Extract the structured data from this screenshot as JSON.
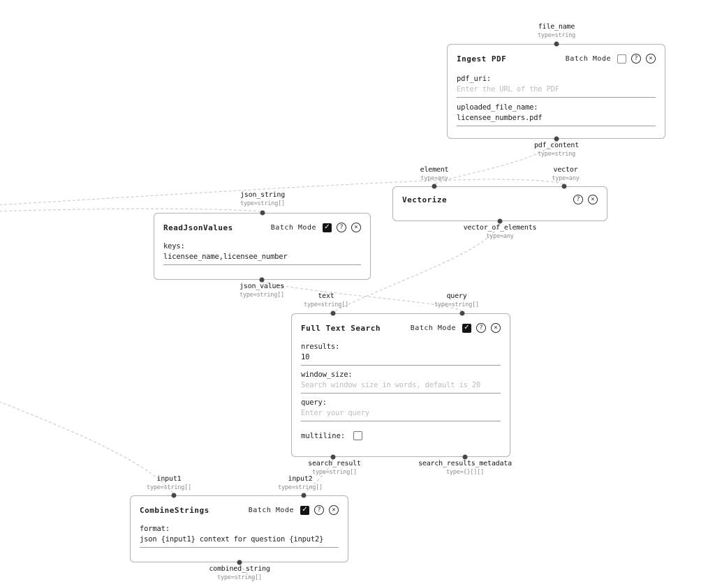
{
  "glyphs": {
    "help": "?",
    "close": "×",
    "check": "✓"
  },
  "colors": {
    "background": "#ffffff",
    "edge": "#c9c9c9",
    "node_border": "#b2b2b2",
    "text": "#1f1f1f",
    "type_label": "#8d8d8d",
    "placeholder": "#bdbdbd",
    "checkbox_checked": "#141414"
  },
  "batch_mode_label": "Batch Mode",
  "nodes": [
    {
      "id": "ingest-pdf",
      "title": "Ingest PDF",
      "batch_mode": {
        "present": true,
        "checked": false
      },
      "ports_in": [
        {
          "name": "file_name",
          "type": "type=string"
        }
      ],
      "ports_out": [
        {
          "name": "pdf_content",
          "type": "type=string"
        }
      ],
      "fields": [
        {
          "label": "pdf_uri:",
          "value": "",
          "placeholder": "Enter the URL of the PDF"
        },
        {
          "label": "uploaded_file_name:",
          "value": "licensee_numbers.pdf",
          "placeholder": ""
        }
      ]
    },
    {
      "id": "vectorize",
      "title": "Vectorize",
      "batch_mode": {
        "present": false,
        "checked": false
      },
      "ports_in": [
        {
          "name": "element",
          "type": "type=any"
        },
        {
          "name": "vector",
          "type": "type=any"
        }
      ],
      "ports_out": [
        {
          "name": "vector_of_elements",
          "type": "type=any"
        }
      ],
      "fields": []
    },
    {
      "id": "read-json-values",
      "title": "ReadJsonValues",
      "batch_mode": {
        "present": true,
        "checked": true
      },
      "ports_in": [
        {
          "name": "json_string",
          "type": "type=string[]"
        }
      ],
      "ports_out": [
        {
          "name": "json_values",
          "type": "type=string[]"
        }
      ],
      "fields": [
        {
          "label": "keys:",
          "value": "licensee_name,licensee_number",
          "placeholder": ""
        }
      ]
    },
    {
      "id": "full-text-search",
      "title": "Full Text Search",
      "batch_mode": {
        "present": true,
        "checked": true
      },
      "ports_in": [
        {
          "name": "text",
          "type": "type=string[]"
        },
        {
          "name": "query",
          "type": "type=string[]"
        }
      ],
      "ports_out": [
        {
          "name": "search_result",
          "type": "type=string[]"
        },
        {
          "name": "search_results_metadata",
          "type": "type={}[][]"
        }
      ],
      "fields": [
        {
          "label": "nresults:",
          "value": "10",
          "placeholder": ""
        },
        {
          "label": "window_size:",
          "value": "",
          "placeholder": "Search window size in words, default is 20"
        },
        {
          "label": "query:",
          "value": "",
          "placeholder": "Enter your query"
        }
      ],
      "multiline": {
        "label": "multiline:",
        "checked": false
      }
    },
    {
      "id": "combine-strings",
      "title": "CombineStrings",
      "batch_mode": {
        "present": true,
        "checked": true
      },
      "ports_in": [
        {
          "name": "input1",
          "type": "type=string[]"
        },
        {
          "name": "input2",
          "type": "type=string[]"
        }
      ],
      "ports_out": [
        {
          "name": "combined_string",
          "type": "type=string[]"
        }
      ],
      "fields": [
        {
          "label": "format:",
          "value": "json {input1} context for question {input2}",
          "placeholder": ""
        }
      ]
    }
  ],
  "connections": [
    {
      "from": "pdf_content",
      "to": "element"
    },
    {
      "from": "offscreen-left",
      "to": "vector"
    },
    {
      "from": "offscreen-left",
      "to": "json_string"
    },
    {
      "from": "vector_of_elements",
      "to": "text"
    },
    {
      "from": "json_values",
      "to": "query"
    },
    {
      "from": "search_result",
      "to": "input2"
    },
    {
      "from": "offscreen-left",
      "to": "input1"
    },
    {
      "from": "combined_string",
      "to": "offscreen-bottom"
    }
  ]
}
